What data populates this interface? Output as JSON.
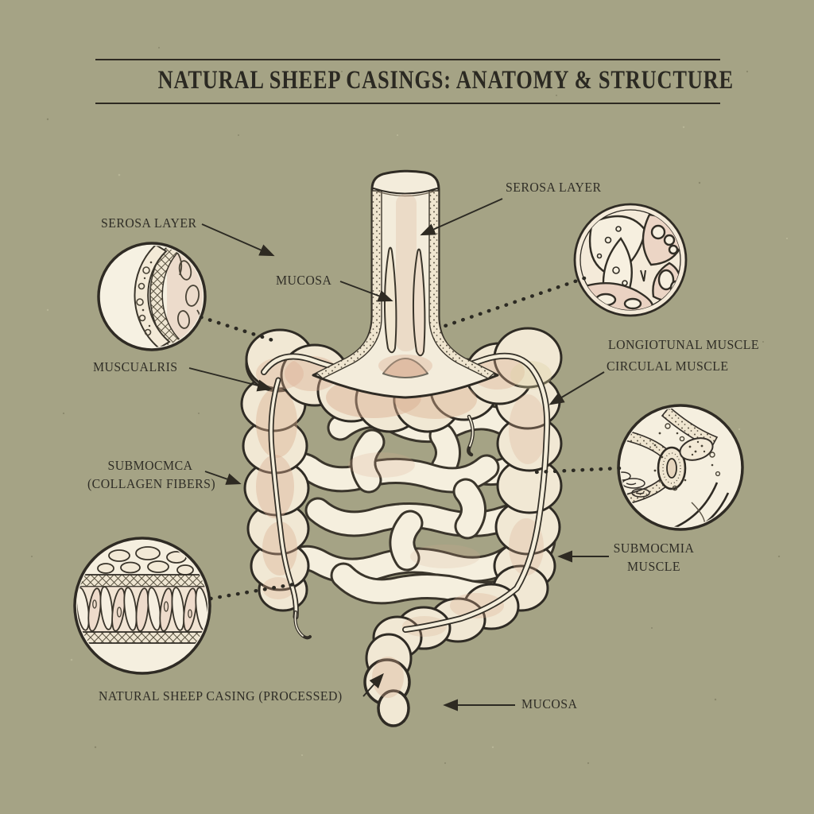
{
  "title": {
    "text": "NATURAL SHEEP CASINGS: ANATOMY & STRUCTURE"
  },
  "labels": {
    "serosa_top": "SEROSA LAYER",
    "serosa_left": "SEROSA LAYER",
    "mucosa_center": "MUCOSA",
    "muscularis": "MUSCUALRIS",
    "submucosa_1": "SUBMOCMCA",
    "submucosa_2": "(COLLAGEN FIBERS)",
    "longitudinal_muscle": "LONGIOTUNAL MUSCLE",
    "circular_muscle": "CIRCULAL MUSCLE",
    "submucosa_muscle_1": "SUBMOCMIA",
    "submucosa_muscle_2": "MUSCLE",
    "processed_casing": "NATURAL SHEEP CASING (PROCESSED)",
    "mucosa_bottom": "MUCOSA"
  },
  "colors": {
    "background": "#a5a385",
    "ink": "#2e2a22",
    "cream": "#f2ead6",
    "cream_light": "#f7f2e3",
    "pink": "#e9d2c1",
    "peach": "#dbb59b",
    "label_text": "#2f2d26"
  }
}
